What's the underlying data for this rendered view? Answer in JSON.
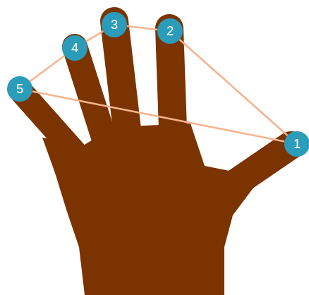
{
  "diagram": {
    "nodes": [
      {
        "text": [
          "1"
        ]
      },
      {
        "text": [
          "2"
        ]
      },
      {
        "text": [
          "3"
        ]
      },
      {
        "text": [
          "4"
        ]
      },
      {
        "text": [
          "5"
        ]
      }
    ],
    "edges": [
      {
        "from": 0,
        "to": 1,
        "arrow": "none"
      },
      {
        "from": 1,
        "to": 2,
        "arrow": "none"
      },
      {
        "from": 2,
        "to": 3,
        "arrow": "none"
      },
      {
        "from": 3,
        "to": 4,
        "arrow": "none"
      },
      {
        "from": 4,
        "to": 0,
        "arrow": "none"
      }
    ]
  }
}
